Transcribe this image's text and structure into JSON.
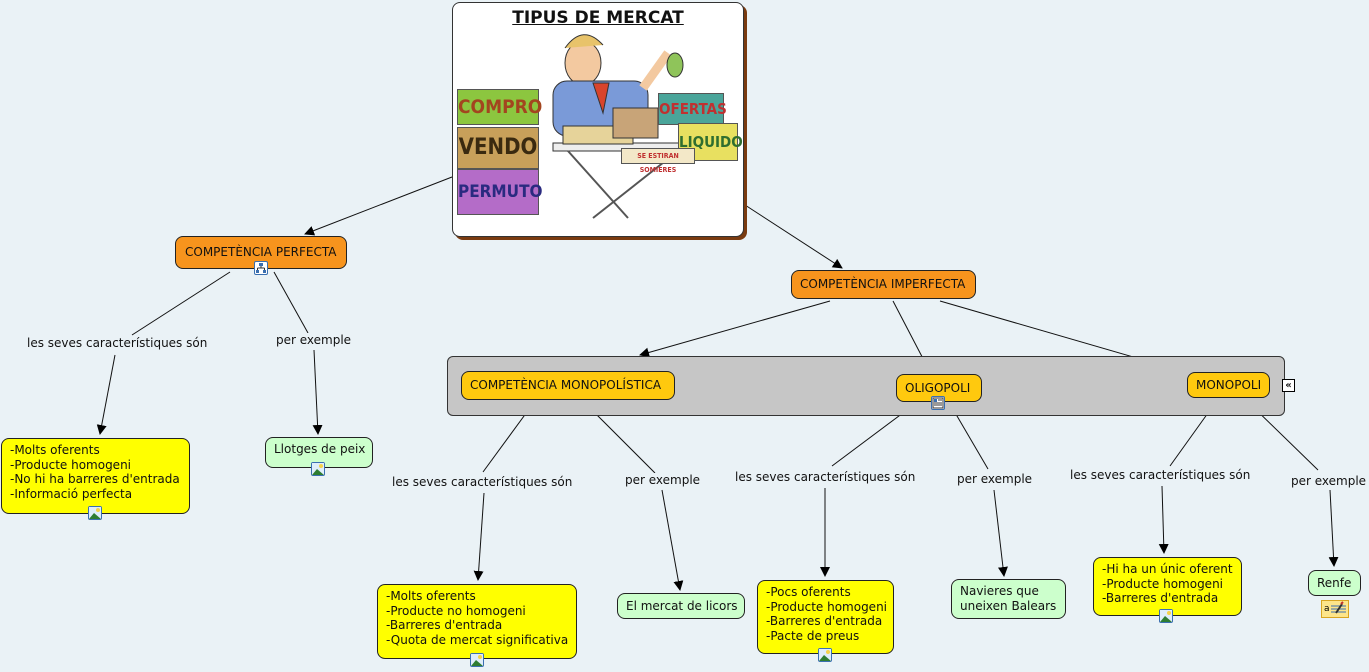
{
  "root": {
    "title": "TIPUS DE MERCAT",
    "image_description": "market vendor cartoon",
    "signs": [
      "COMPRO",
      "VENDO",
      "PERMUTO",
      "OFERTAS",
      "LIQUIDO",
      "SE ESTIRAN SOMIERES"
    ]
  },
  "nodes": {
    "perfecta": "COMPETÈNCIA PERFECTA",
    "imperfecta": "COMPETÈNCIA IMPERFECTA",
    "monopolistica": "COMPETÈNCIA MONOPOLÍSTICA",
    "oligopoli": "OLIGOPOLI",
    "monopoli": "MONOPOLI",
    "perfecta_chars": [
      "-Molts oferents",
      "-Producte homogeni",
      "-No hi ha barreres d'entrada",
      "-Informació perfecta"
    ],
    "perfecta_example": "Llotges de peix",
    "monopolistica_chars": [
      "-Molts oferents",
      "-Producte no homogeni",
      "-Barreres d'entrada",
      "-Quota de mercat significativa"
    ],
    "monopolistica_example": "El mercat de licors",
    "oligopoli_chars": [
      "-Pocs oferents",
      "-Producte homogeni",
      "-Barreres d'entrada",
      "-Pacte de preus"
    ],
    "oligopoli_example": [
      "Navieres que",
      "uneixen Balears"
    ],
    "monopoli_chars": [
      "-Hi ha un únic oferent",
      "-Producte homogeni",
      "-Barreres d'entrada"
    ],
    "monopoli_example": "Renfe"
  },
  "link_labels": {
    "characteristics": "les seves característiques són",
    "example": "per exemple"
  },
  "icons": {
    "submap": "submap-icon",
    "image": "image-icon",
    "document": "document-icon",
    "annotation": "annotation-icon",
    "collapse": "«"
  },
  "colors": {
    "background": "#eaf2f6",
    "orange_node": "#f7941d",
    "gold_node": "#ffc90e",
    "yellow_node": "#ffff00",
    "green_node": "#ccffcc",
    "group": "#c6c6c6"
  }
}
